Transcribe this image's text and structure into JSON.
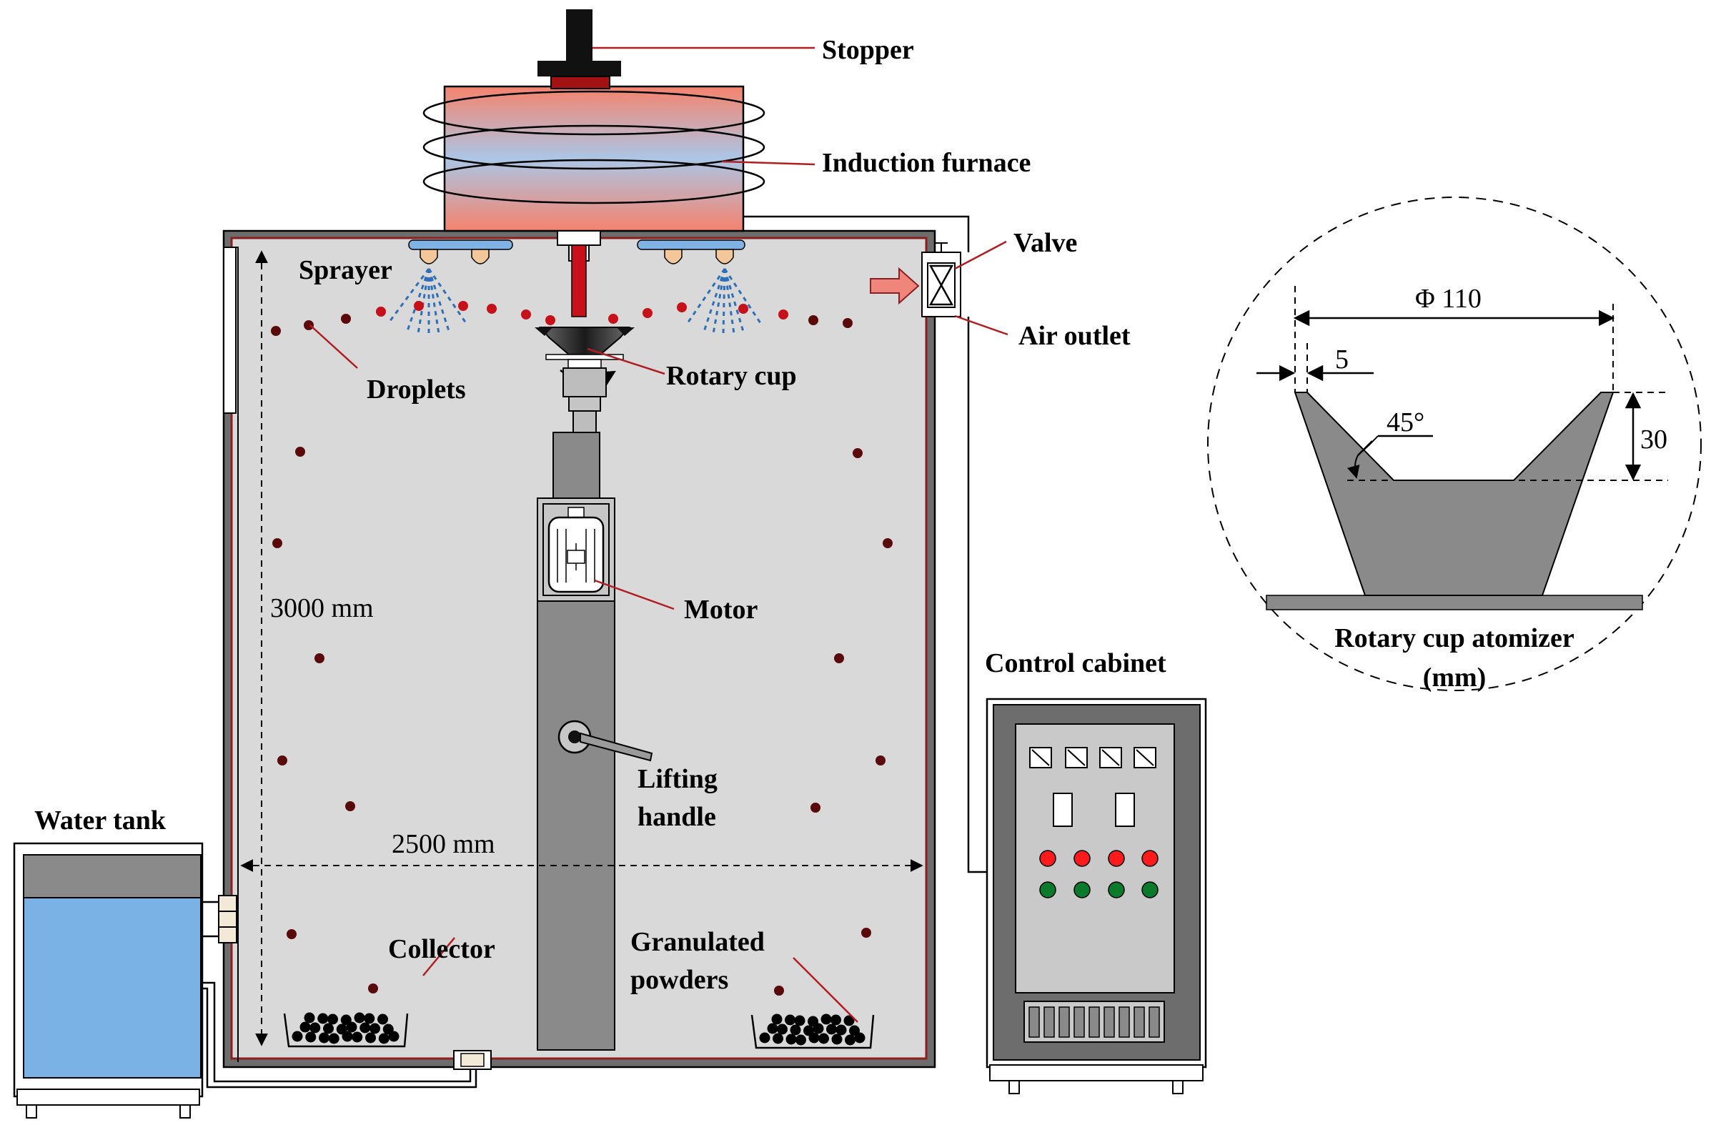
{
  "labels": {
    "stopper": "Stopper",
    "induction_furnace": "Induction furnace",
    "valve": "Valve",
    "air_outlet": "Air outlet",
    "sprayer": "Sprayer",
    "droplets": "Droplets",
    "rotary_cup": "Rotary cup",
    "motor": "Motor",
    "lifting_handle_line1": "Lifting",
    "lifting_handle_line2": "handle",
    "control_cabinet": "Control cabinet",
    "water_tank": "Water tank",
    "collector": "Collector",
    "granulated_powders_line1": "Granulated",
    "granulated_powders_line2": "powders"
  },
  "dimensions": {
    "chamber_height": "3000 mm",
    "chamber_width": "2500 mm"
  },
  "atomizer_detail": {
    "title_line1": "Rotary cup atomizer",
    "title_line2": "(mm)",
    "diameter": "Φ 110",
    "wall_thickness": "5",
    "angle": "45°",
    "depth": "30"
  },
  "colors": {
    "chamber_fill": "#d9d9d9",
    "chamber_wall": "#6d6d6d",
    "droplet": "#5a0a0a",
    "droplet_hot": "#c8101a",
    "furnace_top": "#f4846f",
    "furnace_mid": "#a9c4e4",
    "water": "#7ab2e6",
    "cabinet_panel": "#c9c9c9",
    "leader_line": "#b01e22",
    "red_indicator": "#ff1b1b",
    "green_indicator": "#0b7a2a"
  }
}
